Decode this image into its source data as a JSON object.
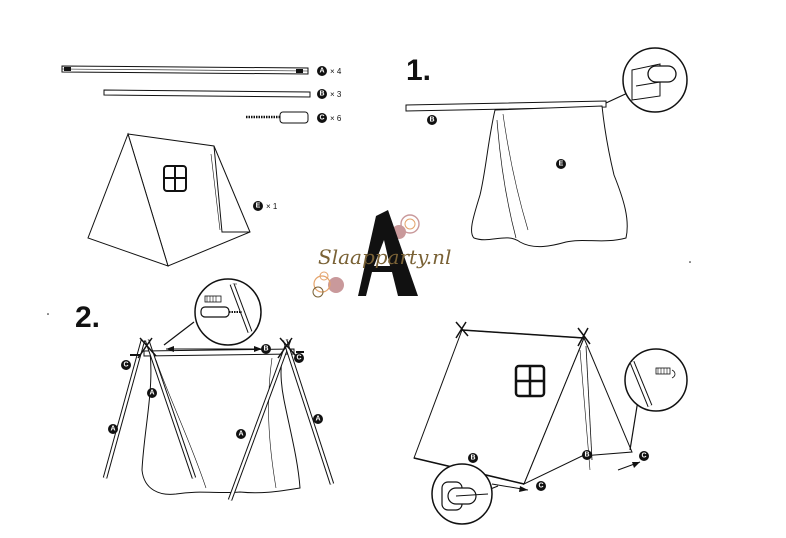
{
  "parts": {
    "a": {
      "letter": "A",
      "qty": "× 4"
    },
    "b": {
      "letter": "B",
      "qty": "× 3"
    },
    "c": {
      "letter": "C",
      "qty": "× 6"
    },
    "e": {
      "letter": "E",
      "qty": "× 1"
    }
  },
  "steps": {
    "one": "1.",
    "two": "2."
  },
  "logo": {
    "text": "Slaapparty.nl",
    "monogram": "A"
  },
  "colors": {
    "ink": "#111111",
    "logo_gold": "#7a6236",
    "logo_rose": "#c9999b",
    "logo_orange": "#e4a36b"
  }
}
